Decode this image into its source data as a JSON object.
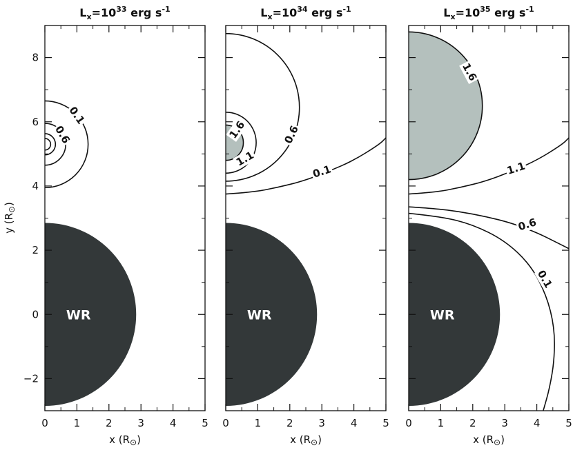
{
  "colors": {
    "wr_star": "#333839",
    "ionized_region": "#b4c0bd",
    "contour": "#111111",
    "frame": "#111111",
    "background": "#ffffff"
  },
  "axes": {
    "xlabel": "x (R",
    "ylabel": "y (R",
    "sun_symbol": "⊙",
    "close_paren": ")"
  },
  "chart_data": [
    {
      "type": "contour",
      "title": {
        "main": "L",
        "sub": "x",
        "eq": "=10",
        "exp": "33",
        "unit": " erg s",
        "unit_exp": "-1"
      },
      "xlim": [
        0,
        5
      ],
      "ylim": [
        -3,
        9
      ],
      "xticks": [
        0,
        1,
        2,
        3,
        4,
        5
      ],
      "yticks": [
        -2,
        0,
        2,
        4,
        6,
        8
      ],
      "star": {
        "label": "WR",
        "center": [
          0,
          0
        ],
        "radius": 2.85
      },
      "shaded_region": null,
      "contours": [
        {
          "level": "0.1",
          "kind": "circle",
          "center": [
            0,
            5.3
          ],
          "radius": 1.35,
          "label_at": [
            1.0,
            6.2
          ],
          "label_rot": 55
        },
        {
          "level": "0.6",
          "kind": "circle",
          "center": [
            0,
            5.3
          ],
          "radius": 0.65,
          "label_at": [
            0.55,
            5.6
          ],
          "label_rot": 60
        },
        {
          "level": "",
          "kind": "circle",
          "center": [
            0,
            5.3
          ],
          "radius": 0.33
        },
        {
          "level": "",
          "kind": "circle",
          "center": [
            0,
            5.3
          ],
          "radius": 0.18
        }
      ]
    },
    {
      "type": "contour",
      "title": {
        "main": "L",
        "sub": "x",
        "eq": "=10",
        "exp": "34",
        "unit": " erg s",
        "unit_exp": "-1"
      },
      "xlim": [
        0,
        5
      ],
      "ylim": [
        -3,
        9
      ],
      "xticks": [
        0,
        1,
        2,
        3,
        4,
        5
      ],
      "yticks": [
        -2,
        0,
        2,
        4,
        6,
        8
      ],
      "star": {
        "label": "WR",
        "center": [
          0,
          0
        ],
        "radius": 2.85
      },
      "shaded_region": {
        "level": "1.6",
        "center": [
          0,
          5.35
        ],
        "radius": 0.55
      },
      "contours": [
        {
          "level": "1.6",
          "kind": "circle",
          "center": [
            0,
            5.35
          ],
          "radius": 0.55,
          "label_at": [
            0.35,
            5.75
          ],
          "label_rot": -55
        },
        {
          "level": "1.1",
          "kind": "circle",
          "center": [
            0,
            5.35
          ],
          "radius": 0.95,
          "label_at": [
            0.6,
            4.85
          ],
          "label_rot": -30
        },
        {
          "level": "0.6",
          "kind": "circle",
          "center": [
            0,
            6.45
          ],
          "radius": 2.3,
          "label_at": [
            2.05,
            5.6
          ],
          "label_rot": -65
        },
        {
          "level": "0.1",
          "kind": "path",
          "points": [
            [
              0,
              3.75
            ],
            [
              0.8,
              3.8
            ],
            [
              1.6,
              3.95
            ],
            [
              2.4,
              4.15
            ],
            [
              3.2,
              4.45
            ],
            [
              4.0,
              4.8
            ],
            [
              4.8,
              5.3
            ],
            [
              5.0,
              5.5
            ]
          ],
          "label_at": [
            3.0,
            4.45
          ],
          "label_rot": -18
        }
      ]
    },
    {
      "type": "contour",
      "title": {
        "main": "L",
        "sub": "x",
        "eq": "=10",
        "exp": "35",
        "unit": " erg s",
        "unit_exp": "-1"
      },
      "xlim": [
        0,
        5
      ],
      "ylim": [
        -3,
        9
      ],
      "xticks": [
        0,
        1,
        2,
        3,
        4,
        5
      ],
      "yticks": [
        -2,
        0,
        2,
        4,
        6,
        8
      ],
      "star": {
        "label": "WR",
        "center": [
          0,
          0
        ],
        "radius": 2.85
      },
      "shaded_region": {
        "level": "1.6",
        "center": [
          0,
          6.5
        ],
        "radius": 2.3
      },
      "contours": [
        {
          "level": "1.6",
          "kind": "circle",
          "center": [
            0,
            6.5
          ],
          "radius": 2.3,
          "label_at": [
            1.9,
            7.55
          ],
          "label_rot": 62
        },
        {
          "level": "1.1",
          "kind": "path",
          "points": [
            [
              0,
              3.75
            ],
            [
              0.8,
              3.8
            ],
            [
              1.6,
              3.95
            ],
            [
              2.4,
              4.15
            ],
            [
              3.2,
              4.45
            ],
            [
              4.0,
              4.8
            ],
            [
              4.8,
              5.3
            ],
            [
              5.0,
              5.5
            ]
          ],
          "label_at": [
            3.35,
            4.55
          ],
          "label_rot": -18
        },
        {
          "level": "0.6",
          "kind": "path",
          "points": [
            [
              0,
              3.35
            ],
            [
              0.8,
              3.3
            ],
            [
              1.6,
              3.2
            ],
            [
              2.4,
              3.05
            ],
            [
              3.2,
              2.85
            ],
            [
              4.0,
              2.55
            ],
            [
              4.6,
              2.25
            ],
            [
              5.0,
              2.05
            ]
          ],
          "label_at": [
            3.7,
            2.8
          ],
          "label_rot": -18
        },
        {
          "level": "0.1",
          "kind": "path",
          "points": [
            [
              0,
              3.15
            ],
            [
              1.0,
              3.05
            ],
            [
              2.0,
              2.8
            ],
            [
              3.0,
              2.3
            ],
            [
              3.8,
              1.55
            ],
            [
              4.3,
              0.6
            ],
            [
              4.55,
              -0.4
            ],
            [
              4.55,
              -1.4
            ],
            [
              4.4,
              -2.3
            ],
            [
              4.2,
              -3.0
            ]
          ],
          "label_at": [
            4.25,
            1.1
          ],
          "label_rot": 60
        }
      ]
    }
  ]
}
